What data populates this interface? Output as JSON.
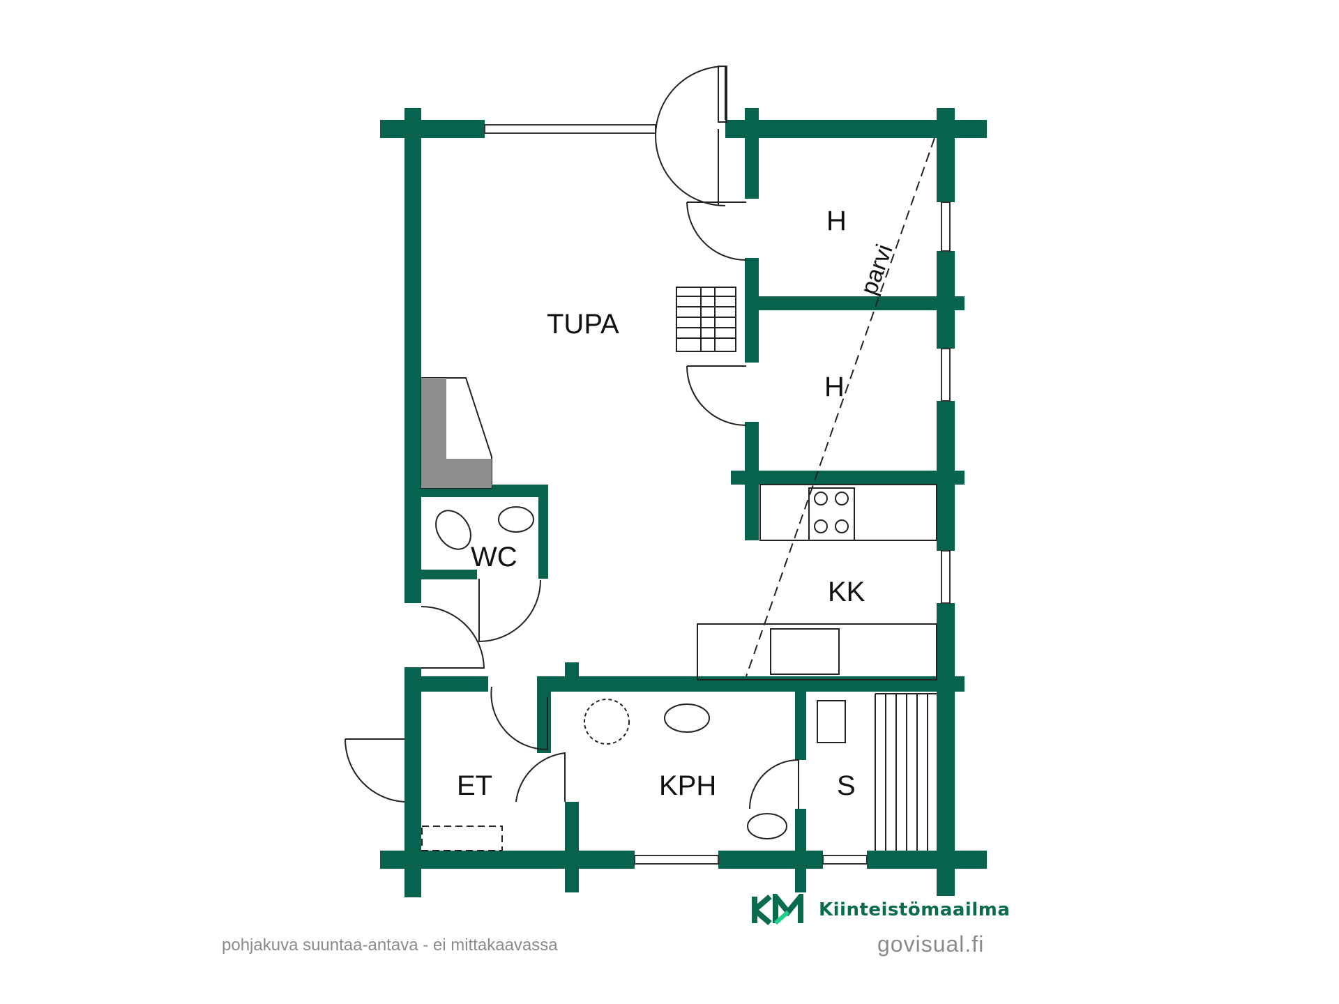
{
  "rooms": {
    "tupa": "TUPA",
    "h_upper": "H",
    "h_lower": "H",
    "parvi": "parvi",
    "wc": "WC",
    "kk": "KK",
    "et": "ET",
    "kph": "KPH",
    "s": "S"
  },
  "footer": {
    "disclaimer": "pohjakuva suuntaa-antava - ei mittakaavassa",
    "credit": "govisual.fi"
  },
  "brand": {
    "logo_letters": "KM",
    "name": "Kiinteistömaailma"
  },
  "colors": {
    "wall": "#07634e",
    "brand_green": "#0b6b4f",
    "brand_accent": "#1fd08a",
    "caption": "#8a8a8a"
  }
}
